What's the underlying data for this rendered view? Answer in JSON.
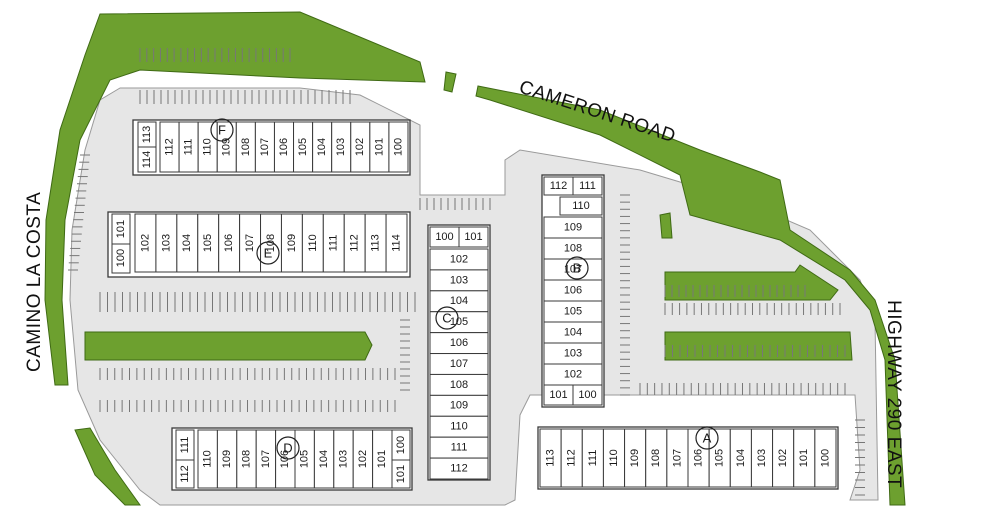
{
  "roads": {
    "north": "CAMERON ROAD",
    "west": "CAMINO LA COSTA",
    "east": "HIGHWAY 290 EAST"
  },
  "colors": {
    "landscape": "#6da02f",
    "pavement": "#e6e6e6",
    "building": "#ffffff",
    "outline": "#3a3a3a"
  },
  "buildings": [
    {
      "id": "A",
      "units": [
        "113",
        "112",
        "111",
        "110",
        "109",
        "108",
        "107",
        "106",
        "105",
        "104",
        "103",
        "102",
        "101",
        "100"
      ]
    },
    {
      "id": "B",
      "units": [
        "112",
        "111",
        "110",
        "109",
        "108",
        "107",
        "106",
        "105",
        "104",
        "103",
        "102",
        "101",
        "100"
      ]
    },
    {
      "id": "C",
      "units": [
        "100",
        "101",
        "102",
        "103",
        "104",
        "105",
        "106",
        "107",
        "108",
        "109",
        "110",
        "111",
        "112"
      ]
    },
    {
      "id": "D",
      "units": [
        "112",
        "111",
        "110",
        "109",
        "108",
        "107",
        "106",
        "105",
        "104",
        "103",
        "102",
        "101",
        "100"
      ]
    },
    {
      "id": "E",
      "units": [
        "100",
        "101",
        "102",
        "103",
        "104",
        "105",
        "106",
        "107",
        "108",
        "109",
        "110",
        "111",
        "112",
        "113",
        "114"
      ]
    },
    {
      "id": "F",
      "units": [
        "114",
        "113",
        "112",
        "111",
        "110",
        "109",
        "108",
        "107",
        "106",
        "105",
        "104",
        "103",
        "102",
        "101",
        "100"
      ]
    }
  ]
}
